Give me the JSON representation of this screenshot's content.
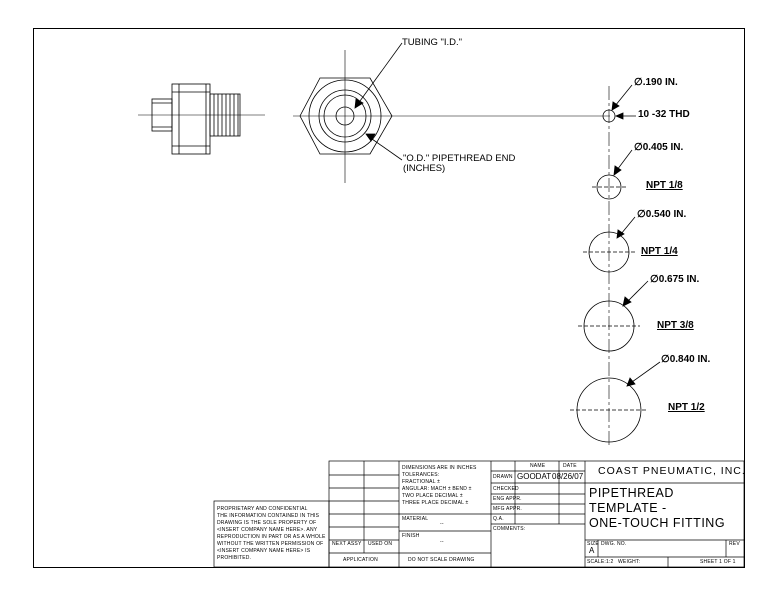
{
  "callouts": {
    "tubing_id": "TUBING \"I.D.\"",
    "od_line1": "\"O.D.\" PIPETHREAD END",
    "od_line2": "(INCHES)"
  },
  "dimensions": {
    "d190": "∅.190 IN.",
    "thd": "10 -32 THD",
    "d405": "∅0.405 IN.",
    "npt18": "NPT 1/8",
    "d540": "∅0.540 IN.",
    "npt14": "NPT 1/4",
    "d675": "∅0.675 IN.",
    "npt38": "NPT 3/8",
    "d840": "∅0.840 IN.",
    "npt12": "NPT 1/2"
  },
  "title_block": {
    "proprietary": [
      "PROPRIETARY AND CONFIDENTIAL",
      "THE INFORMATION CONTAINED IN THIS",
      "DRAWING IS THE SOLE PROPERTY OF",
      "<INSERT COMPANY NAME HERE>. ANY",
      "REPRODUCTION IN PART OR AS A WHOLE",
      "WITHOUT THE WRITTEN PERMISSION OF",
      "<INSERT COMPANY NAME HERE> IS",
      "PROHIBITED."
    ],
    "next_assy": "NEXT ASSY",
    "used_on": "USED ON",
    "application": "APPLICATION",
    "tolerances": [
      "DIMENSIONS ARE IN INCHES",
      "TOLERANCES:",
      "FRACTIONAL ±",
      "ANGULAR: MACH ±   BEND ±",
      "TWO PLACE DECIMAL   ±",
      "THREE PLACE DECIMAL  ±"
    ],
    "material_label": "MATERIAL",
    "material_value": "--",
    "finish_label": "FINISH",
    "finish_value": "--",
    "do_not_scale": "DO NOT SCALE DRAWING",
    "name_header": "NAME",
    "date_header": "DATE",
    "drawn_label": "DRAWN",
    "drawn_name": "GOODAT",
    "drawn_date": "08/26/07",
    "checked_label": "CHECKED",
    "eng_appr_label": "ENG APPR.",
    "mfg_appr_label": "MFG APPR.",
    "qa_label": "Q.A.",
    "comments_label": "COMMENTS:",
    "company": "COAST PNEUMATIC, INC.",
    "title_line1": "PIPETHREAD",
    "title_line2": "TEMPLATE -",
    "title_line3": "ONE-TOUCH FITTING",
    "size_label": "SIZE",
    "size_value": "A",
    "dwg_no_label": "DWG. NO.",
    "rev_label": "REV",
    "scale_label": "SCALE:1:2",
    "weight_label": "WEIGHT:",
    "sheet_label": "SHEET 1 OF 1"
  }
}
